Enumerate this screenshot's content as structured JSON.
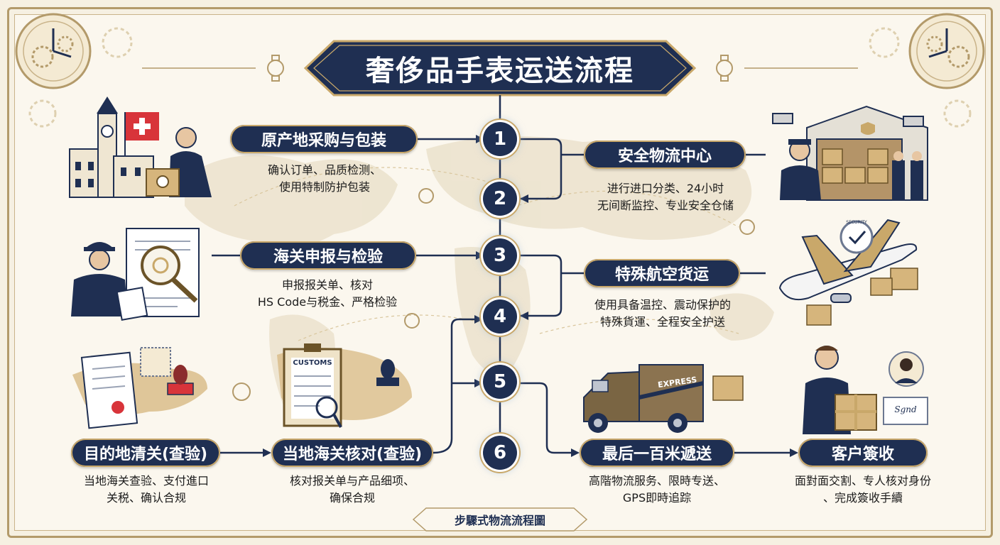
{
  "title": "奢侈品手表运送流程",
  "footer": "步驟式物流流程圖",
  "colors": {
    "navy": "#1f2f52",
    "gold": "#c9a86a",
    "cream": "#fbf7ee"
  },
  "nodes": [
    "1",
    "2",
    "3",
    "4",
    "5",
    "6"
  ],
  "steps": [
    {
      "label": "原产地采购与包装",
      "desc": "确认订单、品质检测、\n使用特制防护包装",
      "illustration": "swiss-clocktower-and-merchant"
    },
    {
      "label": "安全物流中心",
      "desc": "进行进口分类、24小时\n无间断监控、专业安全仓储",
      "illustration": "secure-warehouse-with-guards"
    },
    {
      "label": "海关申报与检验",
      "desc": "申报报关单、核对\nHS Code与税金、严格检验",
      "illustration": "customs-officer-with-magnifier"
    },
    {
      "label": "特殊航空货运",
      "desc": "使用具备温控、震动保护的\n特殊貨運、全程安全护送",
      "illustration": "cargo-airplane"
    },
    {
      "label": "目的地清关(查验)",
      "desc": "当地海关查验、支付進口\n关税、确认合规",
      "illustration": "documents-stamp-map"
    },
    {
      "label": "当地海关核对(查验)",
      "desc": "核对报关单与产品细项、\n确保合规",
      "illustration": "customs-clipboard-stamp",
      "clipboard_text": "CUSTOMS"
    },
    {
      "label": "最后一百米遞送",
      "desc": "高階物流服务、限時专送、\nGPS即時追踪",
      "illustration": "armored-express-truck",
      "truck_text": "EXPRESS"
    },
    {
      "label": "客户簽收",
      "desc": "面對面交割、专人核对身份\n、完成簽收手續",
      "illustration": "client-receiving-gift",
      "signature_text": "Sgnd"
    }
  ],
  "badge_text": "SECURITY"
}
